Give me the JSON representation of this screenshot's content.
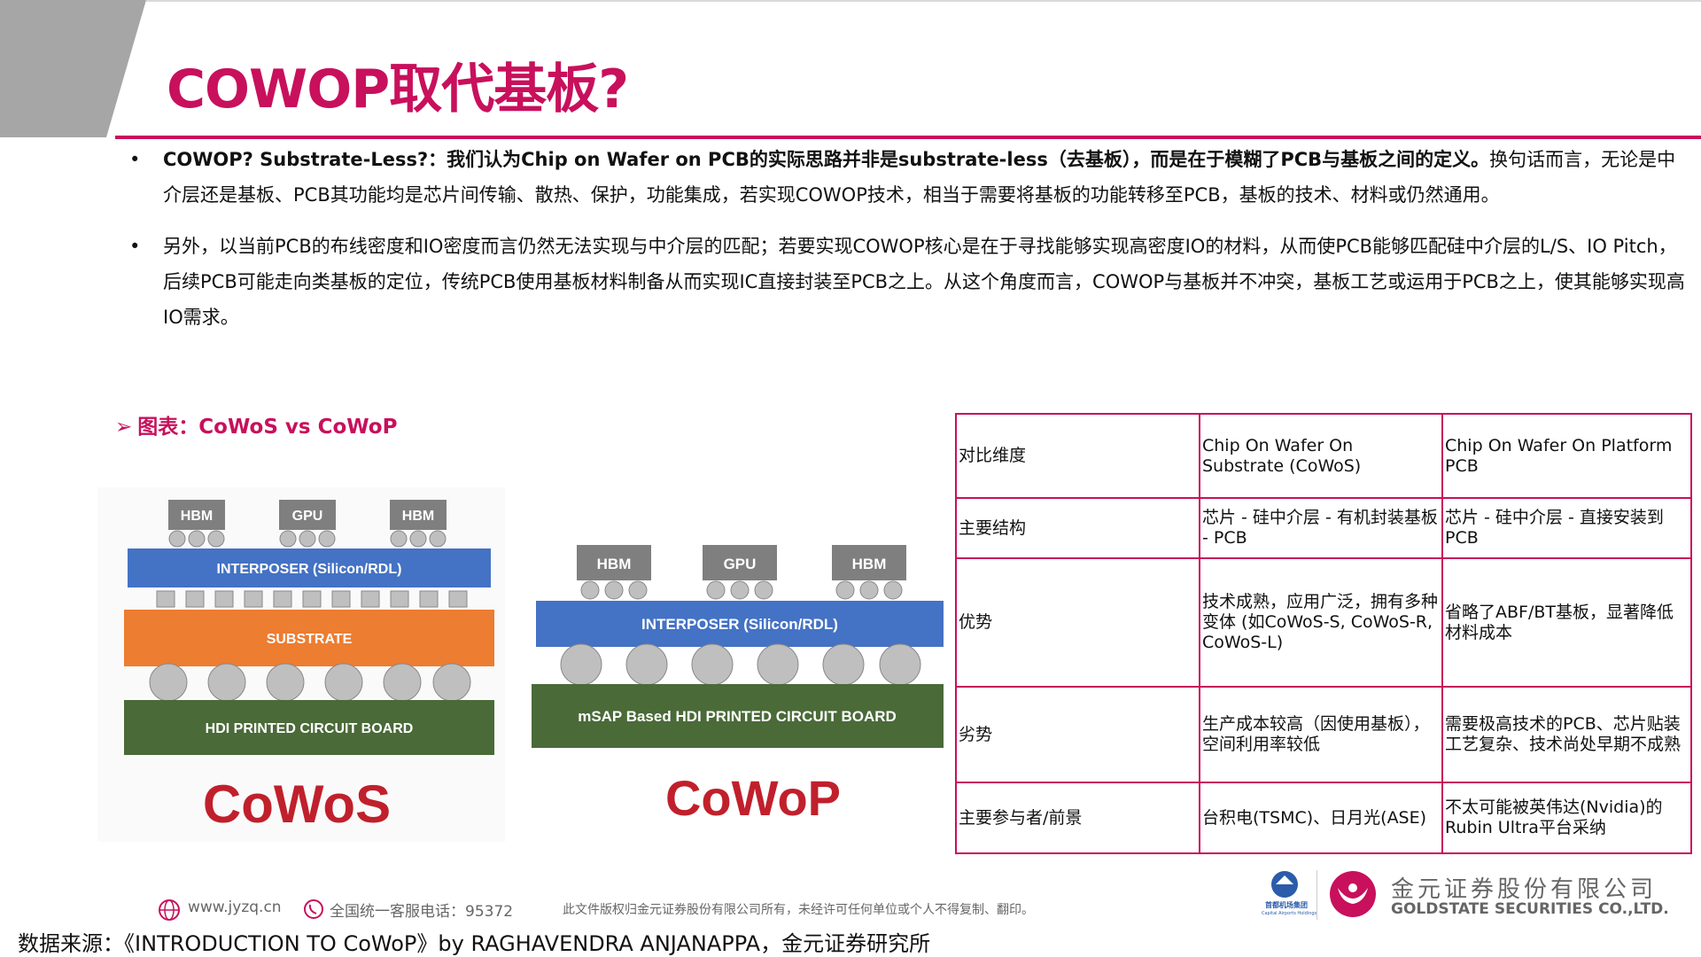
{
  "page": {
    "title": "COWOP取代基板?",
    "bullets": [
      {
        "bold": "COWOP? Substrate-Less?：我们认为Chip on Wafer on PCB的实际思路并非是substrate-less（去基板），而是在于模糊了PCB与基板之间的定义。",
        "text": "换句话而言，无论是中介层还是基板、PCB其功能均是芯片间传输、散热、保护，功能集成，若实现COWOP技术，相当于需要将基板的功能转移至PCB，基板的技术、材料或仍然通用。"
      },
      {
        "bold": "",
        "text": "另外，以当前PCB的布线密度和IO密度而言仍然无法实现与中介层的匹配；若要实现COWOP核心是在于寻找能够实现高密度IO的材料，从而使PCB能够匹配硅中介层的L/S、IO Pitch，后续PCB可能走向类基板的定位，传统PCB使用基板材料制备从而实现IC直接封装至PCB之上。从这个角度而言，COWOP与基板并不冲突，基板工艺或运用于PCB之上，使其能够实现高IO需求。"
      }
    ],
    "bullet_marker": "•",
    "figure_caption": "图表：CoWoS vs CoWoP",
    "caption_arrow": "➢"
  },
  "diagram": {
    "cowos": {
      "chips": [
        "HBM",
        "GPU",
        "HBM"
      ],
      "interposer": "INTERPOSER (Silicon/RDL)",
      "substrate": "SUBSTRATE",
      "pcb": "HDI PRINTED CIRCUIT BOARD",
      "label": "CoWoS"
    },
    "cowop": {
      "chips": [
        "HBM",
        "GPU",
        "HBM"
      ],
      "interposer": "INTERPOSER (Silicon/RDL)",
      "pcb": "mSAP Based HDI PRINTED CIRCUIT BOARD",
      "label": "CoWoP"
    },
    "colors": {
      "chip": "#7f7f7f",
      "interposer": "#4472c4",
      "substrate": "#ed7d31",
      "pcb": "#4a6a38",
      "bump": "#bfbfbf",
      "label": "#c0202c"
    }
  },
  "table": {
    "rows": [
      [
        "对比维度",
        "Chip On Wafer On Substrate (CoWoS)",
        "Chip On Wafer On Platform PCB"
      ],
      [
        "主要结构",
        "芯片 - 硅中介层 - 有机封装基板 - PCB",
        "芯片 - 硅中介层 - 直接安装到PCB"
      ],
      [
        "优势",
        "技术成熟，应用广泛，拥有多种变体 (如CoWoS-S, CoWoS-R, CoWoS-L)",
        "省略了ABF/BT基板，显著降低材料成本"
      ],
      [
        "劣势",
        "生产成本较高（因使用基板），空间利用率较低",
        "需要极高技术的PCB、芯片贴装工艺复杂、技术尚处早期不成熟"
      ],
      [
        "主要参与者/前景",
        "台积电(TSMC)、日月光(ASE)",
        "不太可能被英伟达(Nvidia)的Rubin Ultra平台采纳"
      ]
    ]
  },
  "footer": {
    "website": "www.jyzq.cn",
    "hotline": "全国统一客服电话：95372",
    "copyright": "此文件版权归金元证券股份有限公司所有，未经许可任何单位或个人不得复制、翻印。",
    "group_name": "首都机场集团",
    "group_en": "Capital Airports Holdings",
    "company_cn": "金元证券股份有限公司",
    "company_en": "GOLDSTATE SECURITIES CO.,LTD."
  },
  "source": "数据来源：《INTRODUCTION TO CoWoP》by RAGHAVENDRA ANJANAPPA，金元证券研究所",
  "colors": {
    "accent": "#c8105c",
    "gray_band": "#a6a6a6"
  }
}
